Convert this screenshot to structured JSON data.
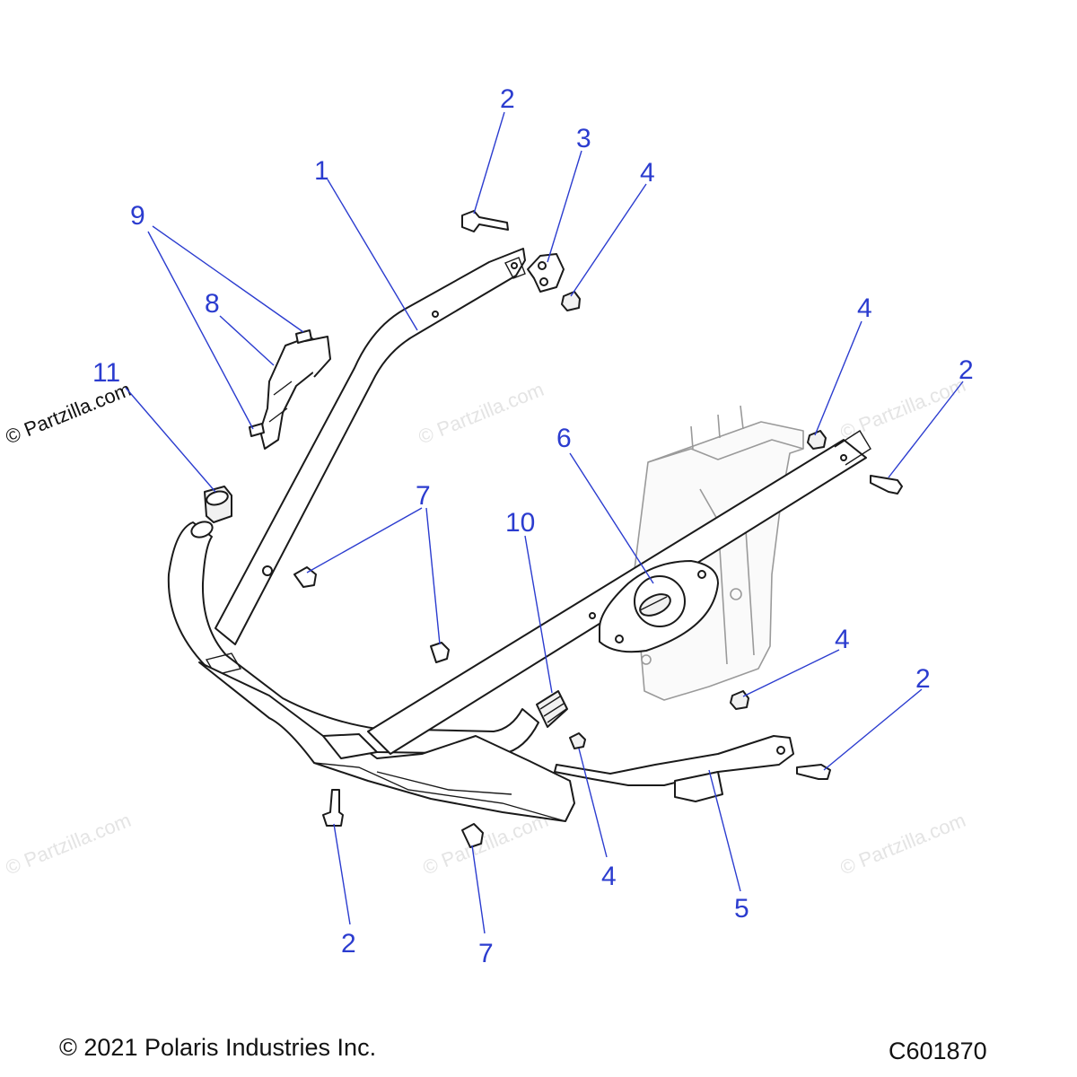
{
  "watermark": {
    "main": "© Partzilla.com",
    "faint": "© Partzilla.com"
  },
  "callouts": [
    {
      "id": "c1",
      "label": "1"
    },
    {
      "id": "c2a",
      "label": "2"
    },
    {
      "id": "c3",
      "label": "3"
    },
    {
      "id": "c4a",
      "label": "4"
    },
    {
      "id": "c4b",
      "label": "4"
    },
    {
      "id": "c2b",
      "label": "2"
    },
    {
      "id": "c9",
      "label": "9"
    },
    {
      "id": "c8",
      "label": "8"
    },
    {
      "id": "c11",
      "label": "11"
    },
    {
      "id": "c6",
      "label": "6"
    },
    {
      "id": "c7a",
      "label": "7"
    },
    {
      "id": "c10",
      "label": "10"
    },
    {
      "id": "c4c",
      "label": "4"
    },
    {
      "id": "c2c",
      "label": "2"
    },
    {
      "id": "c2d",
      "label": "2"
    },
    {
      "id": "c7b",
      "label": "7"
    },
    {
      "id": "c4d",
      "label": "4"
    },
    {
      "id": "c5",
      "label": "5"
    }
  ],
  "footer": {
    "copyright": "© 2021 Polaris Industries Inc.",
    "code": "C601870"
  },
  "colors": {
    "callout": "#2b3ccf",
    "linework": "#1a1a1a",
    "watermark": "#e4e4e4"
  }
}
